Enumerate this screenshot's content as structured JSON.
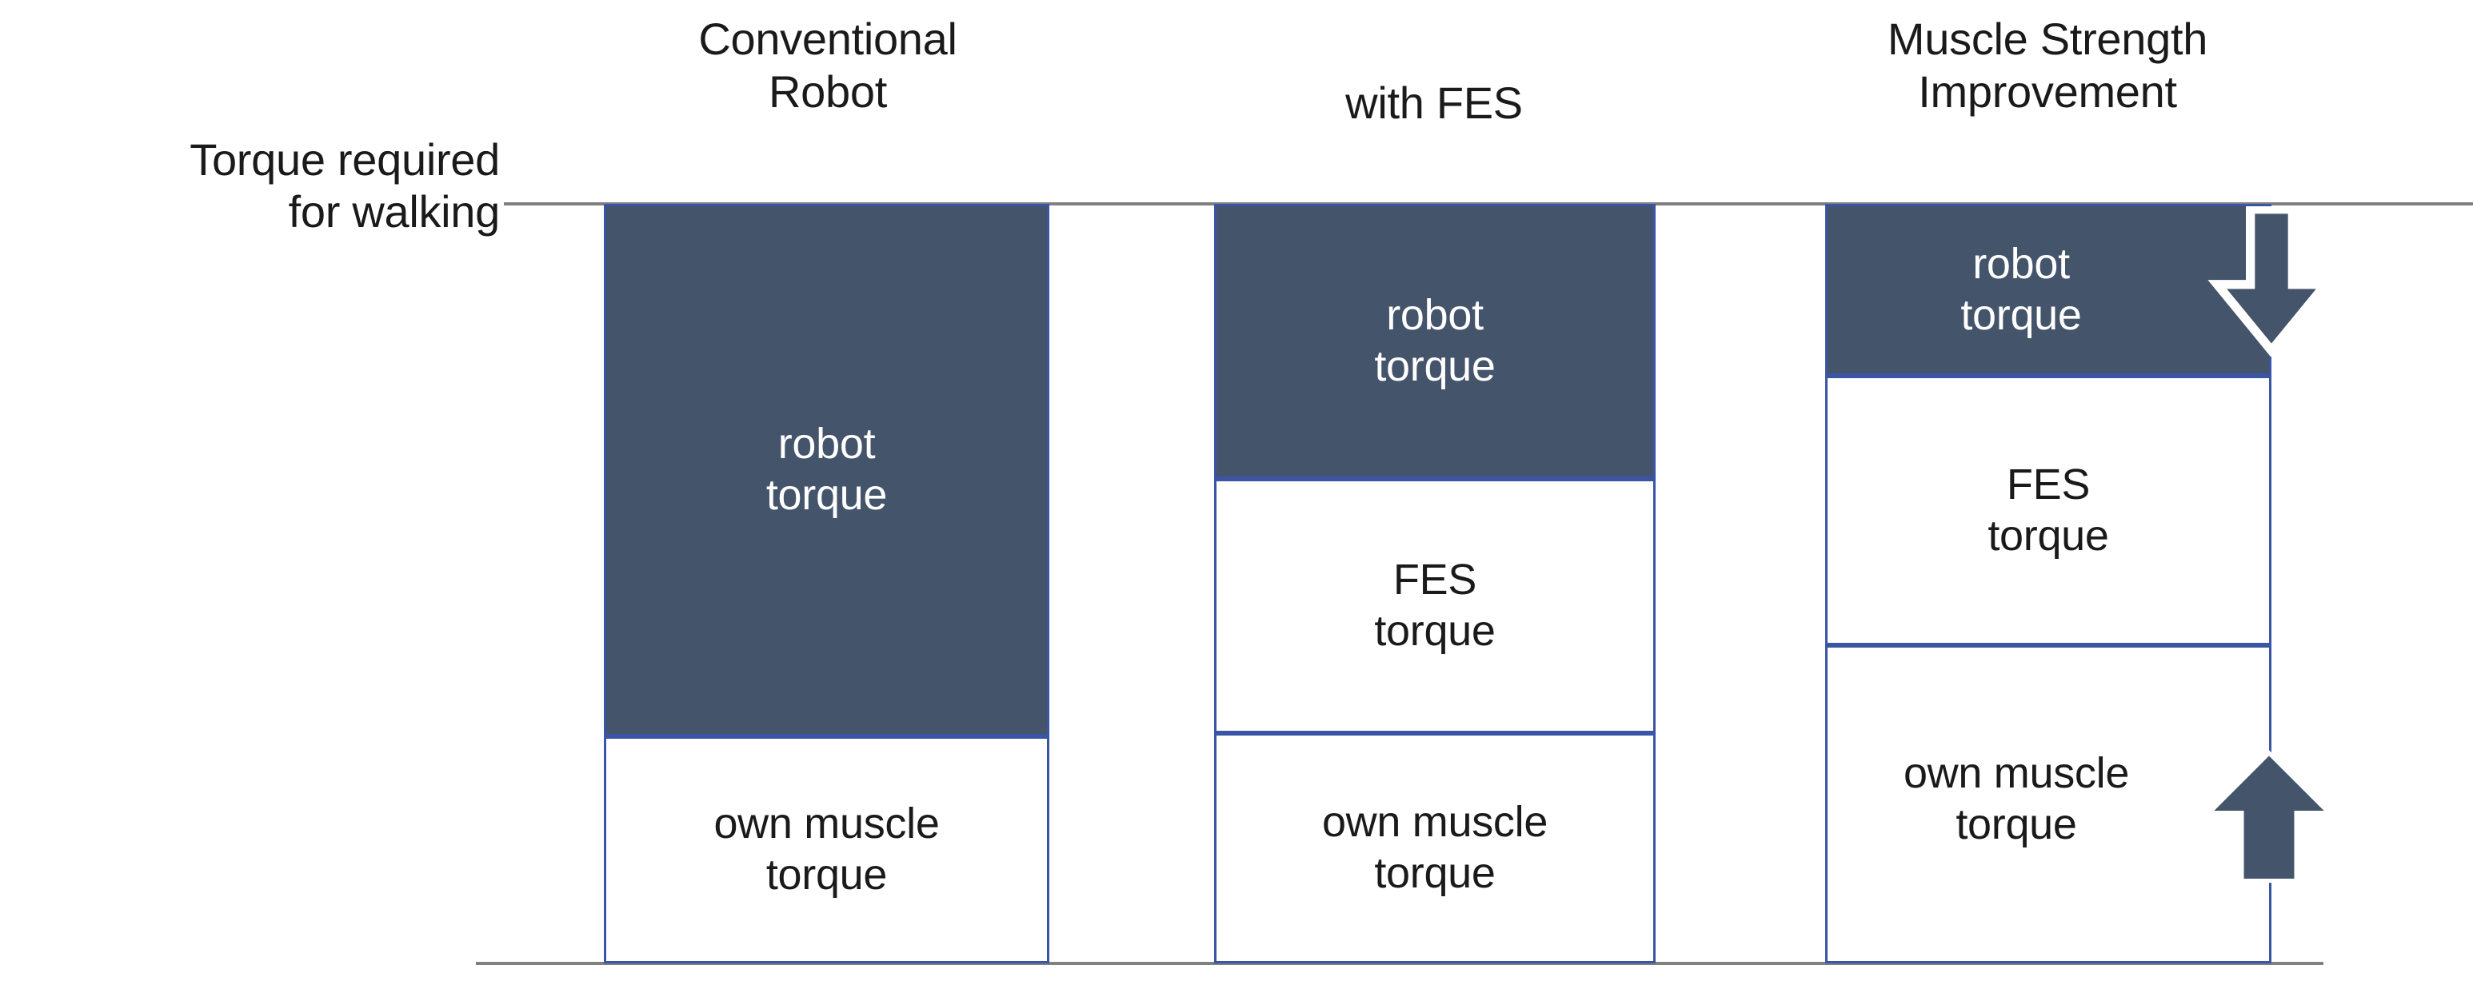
{
  "axis": {
    "left_caption": "Torque required\nfor walking",
    "top_line_name": "required-torque-level-line",
    "baseline_name": "zero-baseline"
  },
  "colors": {
    "bar_dark_fill": "#44546A",
    "bar_light_fill": "#FFFFFF",
    "bar_border": "#3A55A5",
    "axis_line": "#808080",
    "arrow_fill": "#44546A",
    "arrow_outline": "#FFFFFF",
    "text_dark": "#1A1A1A",
    "text_light": "#FFFFFF"
  },
  "columns": [
    {
      "header": "Conventional\nRobot"
    },
    {
      "header": "with FES"
    },
    {
      "header": "Muscle Strength\nImprovement"
    }
  ],
  "labels": {
    "robot_torque": "robot\ntorque",
    "fes_torque": "FES\ntorque",
    "own_muscle_torque": "own muscle\ntorque"
  },
  "annotations": {
    "decrease_arrow": "down-arrow",
    "increase_arrow": "up-arrow"
  },
  "chart_data": {
    "type": "bar",
    "stacked": true,
    "title": "",
    "subtitle": "",
    "xlabel": "",
    "ylabel": "Torque required for walking",
    "ylim": [
      0,
      100
    ],
    "grid": false,
    "legend": "none",
    "axis_annotations": [
      "Torque required for walking (top reference line, total = 100%)"
    ],
    "categories": [
      "Conventional Robot",
      "with FES",
      "Muscle Strength Improvement"
    ],
    "series": [
      {
        "name": "own muscle torque",
        "values": [
          30,
          30,
          42
        ],
        "fill": "#FFFFFF",
        "text": "#1A1A1A"
      },
      {
        "name": "FES torque",
        "values": [
          0,
          33,
          35
        ],
        "fill": "#FFFFFF",
        "text": "#1A1A1A"
      },
      {
        "name": "robot torque",
        "values": [
          70,
          36,
          23
        ],
        "fill": "#44546A",
        "text": "#FFFFFF"
      }
    ],
    "annotations": [
      {
        "label": "down-arrow",
        "target": "robot torque",
        "category": "Muscle Strength Improvement",
        "meaning": "robot torque decreases",
        "style": "outlined"
      },
      {
        "label": "up-arrow",
        "target": "own muscle torque",
        "category": "Muscle Strength Improvement",
        "meaning": "own muscle torque increases",
        "style": "solid"
      }
    ]
  }
}
